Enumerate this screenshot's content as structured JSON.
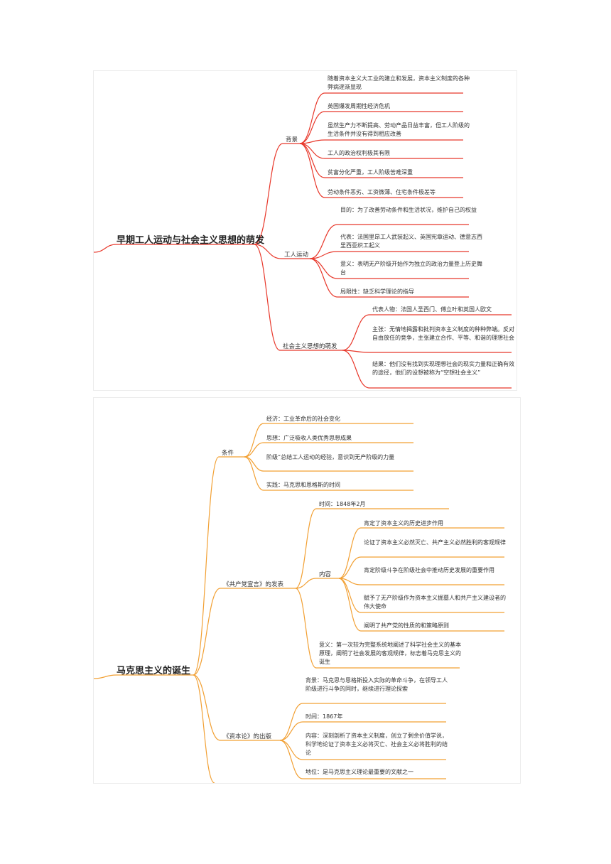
{
  "maps": [
    {
      "id": "early",
      "color": "#e8382b",
      "root": "早期工人运动与社会主义思想的萌发",
      "branches": [
        {
          "label": "背景",
          "items": [
            "随着资本主义大工业的建立和发展，资本主义制度的各种弊病逐渐显现",
            "英国爆发周期性经济危机",
            "虽然生产力不断提高、劳动产品日益丰富，但工人阶级的生活条件并没有得到相应改善",
            "工人的政治权利极其有限",
            "贫富分化严重，工人阶级苦难深重",
            "劳动条件恶劣、工资微薄、住宅条件极差等"
          ]
        },
        {
          "label": "工人运动",
          "items": [
            "目的：为了改善劳动条件和生活状况，维护自己的权益",
            "代表：法国里昂工人武装起义、英国宪章运动、德意志西里西亚织工起义",
            "意义：表明无产阶级开始作为独立的政治力量登上历史舞台",
            "局限性：缺乏科学理论的指导"
          ]
        },
        {
          "label": "社会主义思想的萌发",
          "items": [
            "代表人物：法国人圣西门、傅立叶和英国人欧文",
            "主张：无情地揭露和批判资本主义制度的种种弊端。反对自由放任的竞争，主张建立合作、平等、和谐的理想社会",
            "结果：他们没有找到实现理想社会的现实力量和正确有效的途径，他们的设想被称为“空想社会主义”"
          ]
        }
      ]
    },
    {
      "id": "marx",
      "color": "#f2a033",
      "root": "马克思主义的诞生",
      "branches": [
        {
          "label": "条件",
          "items": [
            "经济：工业革命后的社会变化",
            "思想：广泛吸收人类优秀思想成果",
            "阶级“总结工人运动的经验，意识到无产阶级的力量",
            "实践：马克思和恩格斯的时间"
          ]
        },
        {
          "label": "《共产党宣言》的发表",
          "time": "时间：1848年2月",
          "content_label": "内容",
          "content_items": [
            "肯定了资本主义的历史进步作用",
            "论证了资本主义必然灭亡、共产主义必然胜利的客观规律",
            "肯定阶级斗争在阶级社会中推动历史发展的重要作用",
            "赋予了无产阶级作为资本主义掘墓人和共产主义建设者的伟大使命",
            "阐明了共产党的性质的和策略原则"
          ],
          "significance": "意义：第一次较为完整系统地阐述了科学社会主义的基本原理，阐明了社会发展的客观规律，标志着马克思主义的诞生"
        },
        {
          "label": "《资本论》的出版",
          "items": [
            "背景：马克思与恩格斯投入实际的革命斗争，在领导工人阶级进行斗争的同时，继续进行理论探索",
            "时间：1867年",
            "内容：深刻剖析了资本主义制度，创立了剩余价值学说，科学地论证了资本主义必将灭亡、社会主义必将胜利的结论",
            "地位：是马克思主义理论最重要的文献之一"
          ]
        }
      ]
    }
  ]
}
